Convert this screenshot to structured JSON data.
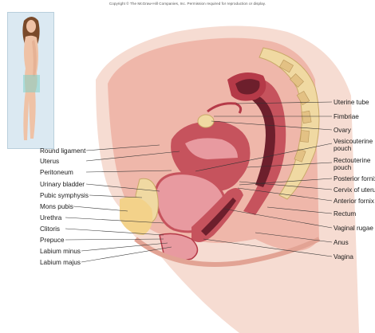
{
  "copyright": "Copyright © The McGraw-Hill Companies, Inc. Permission required for reproduction or display.",
  "labels_left": [
    {
      "id": "round-ligament",
      "text": "Round ligament"
    },
    {
      "id": "uterus",
      "text": "Uterus"
    },
    {
      "id": "peritoneum",
      "text": "Peritoneum"
    },
    {
      "id": "urinary-bladder",
      "text": "Urinary bladder"
    },
    {
      "id": "pubic-symphysis",
      "text": "Pubic symphysis"
    },
    {
      "id": "mons-pubis",
      "text": "Mons pubis"
    },
    {
      "id": "urethra",
      "text": "Urethra"
    },
    {
      "id": "clitoris",
      "text": "Clitoris"
    },
    {
      "id": "prepuce",
      "text": "Prepuce"
    },
    {
      "id": "labium-minus",
      "text": "Labium minus"
    },
    {
      "id": "labium-majus",
      "text": "Labium majus"
    }
  ],
  "labels_right": [
    {
      "id": "uterine-tube",
      "lines": [
        "Uterine tube"
      ]
    },
    {
      "id": "fimbriae",
      "lines": [
        "Fimbriae"
      ]
    },
    {
      "id": "ovary",
      "lines": [
        "Ovary"
      ]
    },
    {
      "id": "vesicouterine-pouch",
      "lines": [
        "Vesicouterine",
        "pouch"
      ]
    },
    {
      "id": "rectouterine-pouch",
      "lines": [
        "Rectouterine",
        "pouch"
      ]
    },
    {
      "id": "posterior-fornix",
      "lines": [
        "Posterior fornix"
      ]
    },
    {
      "id": "cervix-of-uterus",
      "lines": [
        "Cervix of uterus"
      ]
    },
    {
      "id": "anterior-fornix",
      "lines": [
        "Anterior fornix"
      ]
    },
    {
      "id": "rectum",
      "lines": [
        "Rectum"
      ]
    },
    {
      "id": "vaginal-rugae",
      "lines": [
        "Vaginal rugae"
      ]
    },
    {
      "id": "anus",
      "lines": [
        "Anus"
      ]
    },
    {
      "id": "vagina",
      "lines": [
        "Vagina"
      ]
    }
  ],
  "colors": {
    "tissue_pink": "#e89aa0",
    "muscle_red": "#c6535d",
    "organ_red": "#b53a48",
    "cavity_dark": "#6d1f2c",
    "bone_cream": "#f0d9a2",
    "fat_yellow": "#f3d28a",
    "skin": "#f3c7b4",
    "leader": "#333333"
  }
}
